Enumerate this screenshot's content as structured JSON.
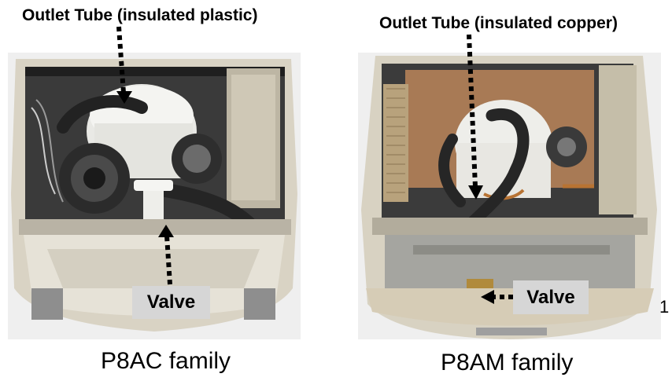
{
  "left_panel": {
    "outlet_label": "Outlet Tube (insulated plastic)",
    "valve_label": "Valve",
    "caption": "P8AC family"
  },
  "right_panel": {
    "outlet_label": "Outlet Tube (insulated copper)",
    "valve_label": "Valve",
    "caption": "P8AM family"
  },
  "page_number": "1",
  "colors": {
    "housing": "#d8d2c2",
    "tank": "#e8e8e4",
    "tube": "#2a2a2a",
    "insulation_board": "#a87a55",
    "label_box": "#d6d6d6"
  }
}
